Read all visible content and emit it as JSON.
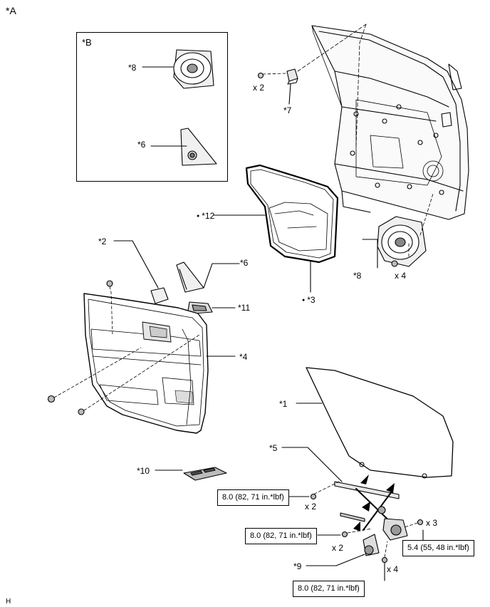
{
  "diagram": {
    "view_label": "*A",
    "inset_label": "*B",
    "footer_code": "H",
    "labels": {
      "p1": "*1",
      "p2": "*2",
      "p3": "*3",
      "p4": "*4",
      "p5": "*5",
      "p6_inset": "*6",
      "p6": "*6",
      "p7": "*7",
      "p8_inset": "*8",
      "p8": "*8",
      "p9": "*9",
      "p10": "*10",
      "p11": "*11",
      "p12": "*12"
    },
    "quantities": {
      "q_clip_top": "x 2",
      "q_speaker": "x 4",
      "q_reg_upper": "x 2",
      "q_reg_lower": "x 2",
      "q_motor_right": "x 3",
      "q_motor_bottom": "x 4"
    },
    "torques": {
      "t1": "8.0 (82, 71 in.*lbf)",
      "t2": "8.0 (82, 71 in.*lbf)",
      "t3": "5.4 (55, 48 in.*lbf)",
      "t4": "8.0 (82, 71 in.*lbf)"
    }
  }
}
